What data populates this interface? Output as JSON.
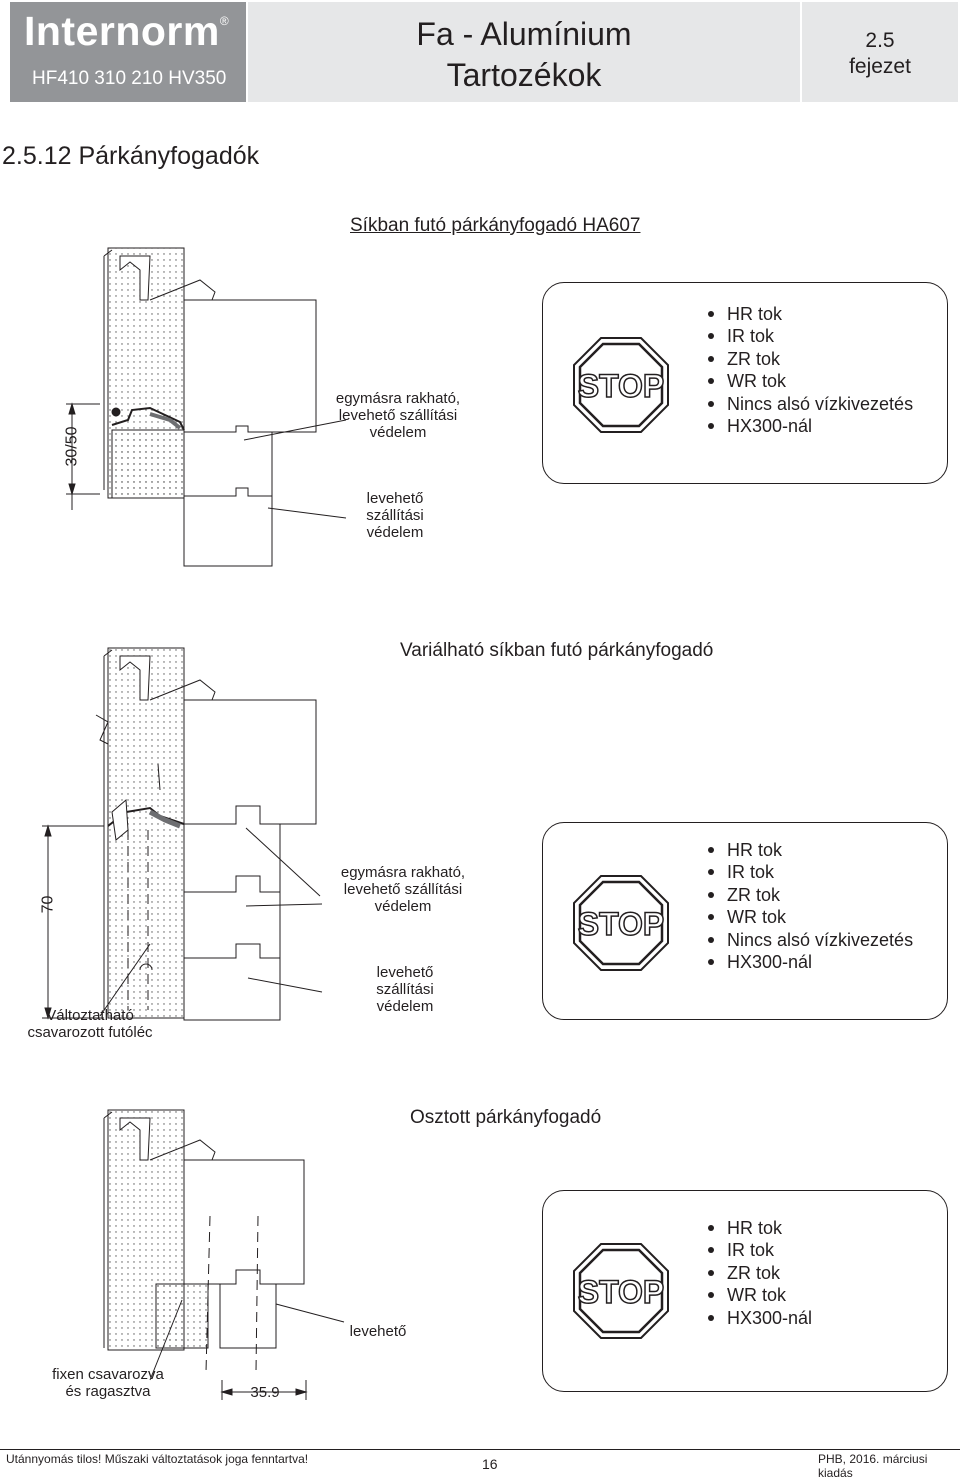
{
  "header": {
    "brand": "Internorm",
    "trademark": "®",
    "models": "HF410 310 210 HV350",
    "title_line1": "Fa - Alumínium",
    "title_line2": "Tartozékok",
    "chapter_number": "2.5",
    "chapter_label": "fejezet"
  },
  "section_title": "2.5.12 Párkányfogadók",
  "diagrams": [
    {
      "title": "Síkban futó párkányfogadó HA607",
      "dimension": "30/50",
      "label_stackable": "egymásra rakható, levehető szállítási védelem",
      "label_removable": "levehető szállítási védelem",
      "stop_text": "STOP",
      "items": [
        "HR tok",
        "IR tok",
        "ZR tok",
        "WR tok",
        "Nincs alsó vízkivezetés",
        "HX300-nál"
      ]
    },
    {
      "title": "Variálható síkban futó párkányfogadó",
      "dimension": "70",
      "label_stackable": "egymásra rakható, levehető szállítási védelem",
      "label_removable": "levehető szállítási védelem",
      "label_strip": "Változtatható csavarozott futóléc",
      "stop_text": "STOP",
      "items": [
        "HR tok",
        "IR tok",
        "ZR tok",
        "WR tok",
        "Nincs alsó vízkivezetés",
        "HX300-nál"
      ]
    },
    {
      "title": "Osztott párkányfogadó",
      "dimension": "35.9",
      "label_removable": "levehető",
      "label_fixed": "fixen csavarozva és ragasztva",
      "stop_text": "STOP",
      "items": [
        "HR tok",
        "IR tok",
        "ZR tok",
        "WR tok",
        "HX300-nál"
      ]
    }
  ],
  "footer": {
    "left": "Utánnyomás tilos! Műszaki változtatások joga fenntartva!",
    "page": "16",
    "right": "PHB, 2016. márciusi kiadás"
  }
}
